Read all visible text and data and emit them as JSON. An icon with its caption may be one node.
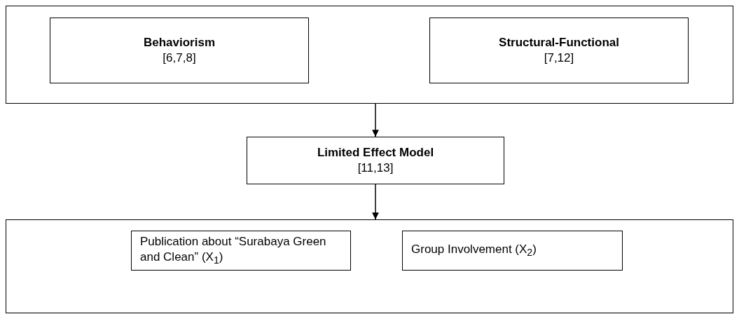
{
  "diagram": {
    "nodes": [
      {
        "text": [],
        "shape": "box"
      },
      {
        "text": [
          "Behaviorism",
          "[6,7,8]"
        ],
        "in": 0
      },
      {
        "text": [
          "Structural-Functional",
          "[7,12]"
        ],
        "in": 0
      },
      {
        "text": [
          "Limited Effect Model",
          "[11,13]"
        ]
      },
      {
        "text": [],
        "shape": "box"
      },
      {
        "text": [
          "Publication about “Surabaya Green and Clean” (X$_{1}$)"
        ],
        "in": 4
      },
      {
        "text": [
          "Group Involvement (X$_{2}$)"
        ],
        "in": 4
      }
    ],
    "edges": [
      {
        "from": 0,
        "to": 3,
        "arrow": "to"
      },
      {
        "from": 3,
        "to": 4,
        "arrow": "to"
      }
    ]
  }
}
